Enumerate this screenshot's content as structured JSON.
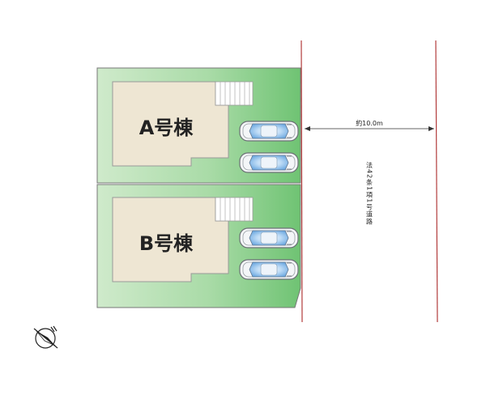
{
  "buildings": [
    {
      "label": "A号棟"
    },
    {
      "label": "B号棟"
    }
  ],
  "road": {
    "width_label": "約10.0m",
    "type_label": "法42条1項1号道路"
  },
  "colors": {
    "lot_green": "#7ec983",
    "lot_green_light": "#c9e9c6",
    "building_fill": "#eee6d3",
    "car_blue": "#8fc2ee"
  },
  "icons": {
    "compass": "compass-icon",
    "car": "car-icon",
    "stairs": "stairs-icon"
  }
}
